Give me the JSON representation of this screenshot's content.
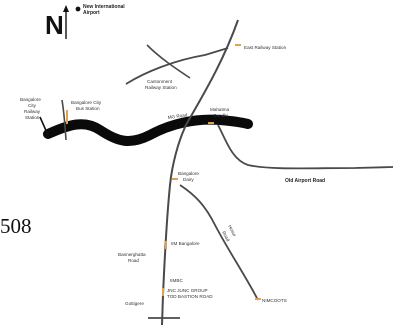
{
  "map": {
    "north_letter": "N",
    "airport_line1": "New International",
    "airport_line2": "Airport",
    "stray_number": "508",
    "labels": {
      "east_railway": "East Railway Station",
      "cantonment_1": "Cantonment",
      "cantonment_2": "Railway Station",
      "blr_city_1": "Bangalore",
      "blr_city_2": "City",
      "blr_city_3": "Railway",
      "blr_city_4": "Station",
      "blr_bus_1": "Bangalore City",
      "blr_bus_2": "Bus Station",
      "mg_road": "MG Road",
      "mahatma_1": "Mahatma",
      "mahatma_2": "Gandhi",
      "bangalore_dairy_1": "Bangalore",
      "bangalore_dairy_2": "Dairy",
      "old_airport_road": "Old Airport Road",
      "iim_bangalore": "IIM Bangalore",
      "bannerghatta_1": "Bannerghatta",
      "bannerghatta_2": "Road",
      "hosur_road_1": "Hosur",
      "hosur_road_2": "Road",
      "iimbc": "IIMBC",
      "jp_nagar_1": "JNC JUNC GROUP",
      "jp_nagar_2": "TOD BASTION ROAD",
      "koramangala": "NIMCOOTS",
      "gottigere": "Gottigere"
    },
    "colors": {
      "road": "#4a4a4a",
      "river": "#0a0a0a",
      "marker": "#e0a24a"
    }
  }
}
